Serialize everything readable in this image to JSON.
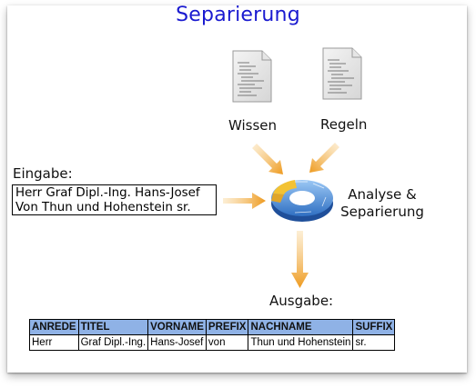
{
  "title": "Separierung",
  "colors": {
    "title": "#1a1ad0",
    "arrow": "#f0a02a",
    "table_header": "#8fb2e6",
    "cycle_blue": "#4a8fe0"
  },
  "icons": {
    "document": "document-icon",
    "cycle": "cycle-icon"
  },
  "sources": [
    {
      "label": "Wissen"
    },
    {
      "label": "Regeln"
    }
  ],
  "input": {
    "label": "Eingabe:",
    "lines": [
      "Herr Graf Dipl.-Ing. Hans-Josef",
      "Von Thun und Hohenstein sr."
    ]
  },
  "process": {
    "line1": "Analyse &",
    "line2": "Separierung"
  },
  "output": {
    "label": "Ausgabe:"
  },
  "table": {
    "headers": [
      "ANREDE",
      "TITEL",
      "VORNAME",
      "PREFIX",
      "NACHNAME",
      "SUFFIX"
    ],
    "rows": [
      [
        "Herr",
        "Graf Dipl.-Ing.",
        "Hans-Josef",
        "von",
        "Thun und Hohenstein",
        "sr."
      ]
    ]
  }
}
